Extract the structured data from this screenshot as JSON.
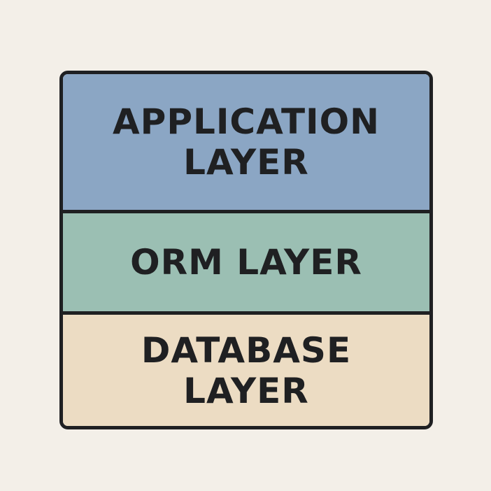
{
  "layers": [
    {
      "line1": "APPLICATION",
      "line2": "LAYER",
      "color": "#8ba6c4"
    },
    {
      "line1": "ORM LAYER",
      "color": "#9bbfb3"
    },
    {
      "line1": "DATABASE",
      "line2": "LAYER",
      "color": "#ecdcc3"
    }
  ]
}
